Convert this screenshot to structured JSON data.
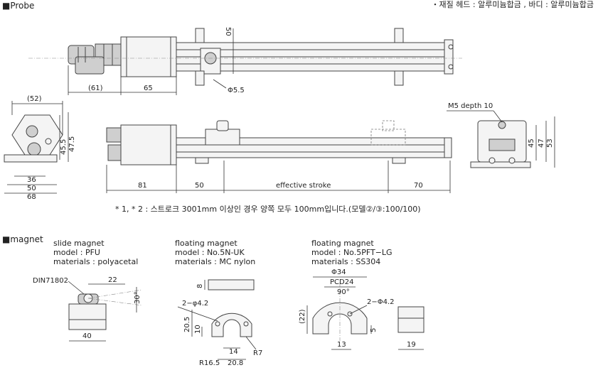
{
  "sections": {
    "probe_title": "■Probe",
    "magnet_title": "■magnet"
  },
  "header_note": "・재질 헤드 : 알루미늄합금 , 바디 : 알루미늄합금",
  "stroke_note": "* 1, * 2 : 스트로크 3001mm 이상인 경우 양쪽 모두 100mm입니다.(모델②/③:100/100)",
  "probe_dims": {
    "top": {
      "d61": "(61)",
      "d65": "65",
      "d50": "50",
      "hole": "Φ5.5"
    },
    "front": {
      "d52": "(52)",
      "d36": "36",
      "d50": "50",
      "d68": "68",
      "d455": "45.5",
      "d475": "47.5"
    },
    "side": {
      "d81": "81",
      "d50": "50",
      "effective": "effective stroke",
      "d70": "70"
    },
    "end": {
      "tap": "M5 depth 10",
      "d45": "45",
      "d47": "47",
      "d53": "53"
    }
  },
  "magnets": [
    {
      "name": "slide magnet",
      "model": "model : PFU",
      "materials": "materials : polyacetal",
      "dims": {
        "din": "DIN71802",
        "d22": "22",
        "a30": "30°",
        "d40": "40"
      }
    },
    {
      "name": "floating magnet",
      "model": "model : No.5N-UK",
      "materials": "materials : MC nylon",
      "dims": {
        "d8": "8",
        "holes": "2−φ4.2",
        "d205": "20.5",
        "d10": "10",
        "d14": "14",
        "r7": "R7",
        "r165": "R16.5",
        "d208": "20.8"
      }
    },
    {
      "name": "floating magnet",
      "model": "model : No.5PFT−LG",
      "materials": "materials : SS304",
      "dims": {
        "d34": "Φ34",
        "pcd": "PCD24",
        "a90": "90°",
        "holes": "2−Φ4.2",
        "d22": "(22)",
        "d5": "5",
        "d13": "13",
        "d19": "19"
      }
    }
  ]
}
